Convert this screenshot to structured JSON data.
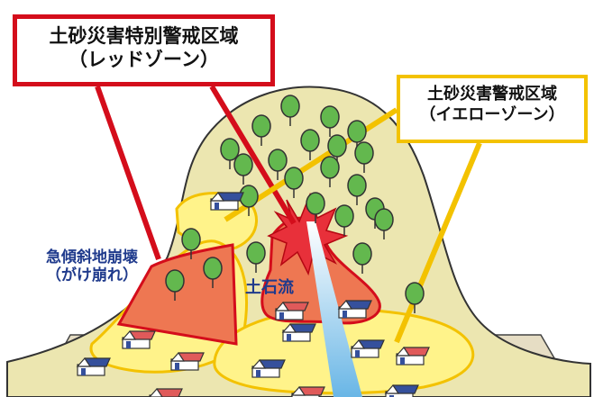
{
  "red_zone": {
    "line1": "土砂災害特別警戒区域",
    "line2": "（レッドゾーン）",
    "color": "#d40d1b"
  },
  "yellow_zone": {
    "line1": "土砂災害警戒区域",
    "line2": "（イエローゾーン）",
    "color": "#f3c200"
  },
  "hazards": {
    "steep_slope_line1": "急傾斜地崩壊",
    "steep_slope_line2": "（がけ崩れ）",
    "debris_flow": "土石流"
  },
  "colors": {
    "mountain": "#ece6b0",
    "ground": "#e6ddc4",
    "yellow_fill": "#fff38a",
    "red_fill": "#ee7752",
    "tree": "#63b84e",
    "roof_blue": "#35509c",
    "roof_red": "#e05a5a"
  }
}
